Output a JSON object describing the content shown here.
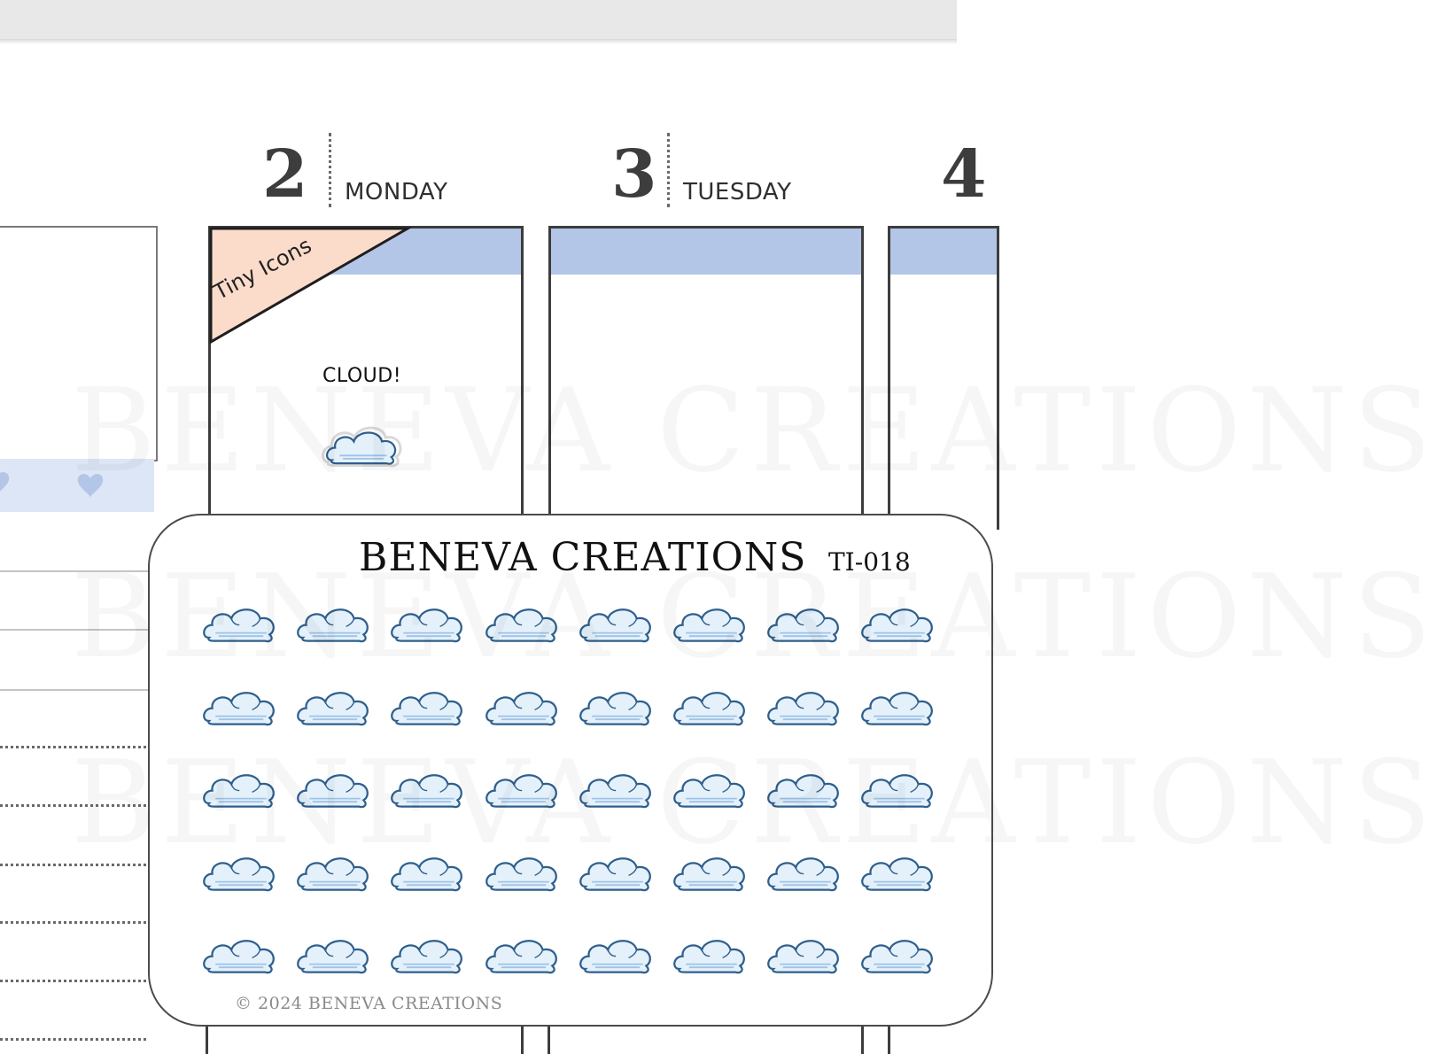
{
  "planner": {
    "days": [
      {
        "number": "2",
        "name": "MONDAY"
      },
      {
        "number": "3",
        "name": "TUESDAY"
      },
      {
        "number": "4",
        "name": ""
      }
    ],
    "corner_label": "Tiny Icons",
    "sample_caption": "CLOUD!",
    "sample_icon": "cloud-icon"
  },
  "sticker_sheet": {
    "brand": "BENEVA CREATIONS",
    "code": "TI-018",
    "copyright": "© 2024  BENEVA CREATIONS",
    "icon": "cloud-icon",
    "rows": 5,
    "columns": 8
  },
  "watermark": "BENEVA CREATIONS",
  "colors": {
    "header_blue": "#b4c6e7",
    "heart_strip": "#dce6f6",
    "corner_peach": "#fbdccb",
    "cloud_fill": "#e4f1fb",
    "cloud_outline": "#2f5f8c",
    "outline_dark": "#3d3d3d"
  }
}
